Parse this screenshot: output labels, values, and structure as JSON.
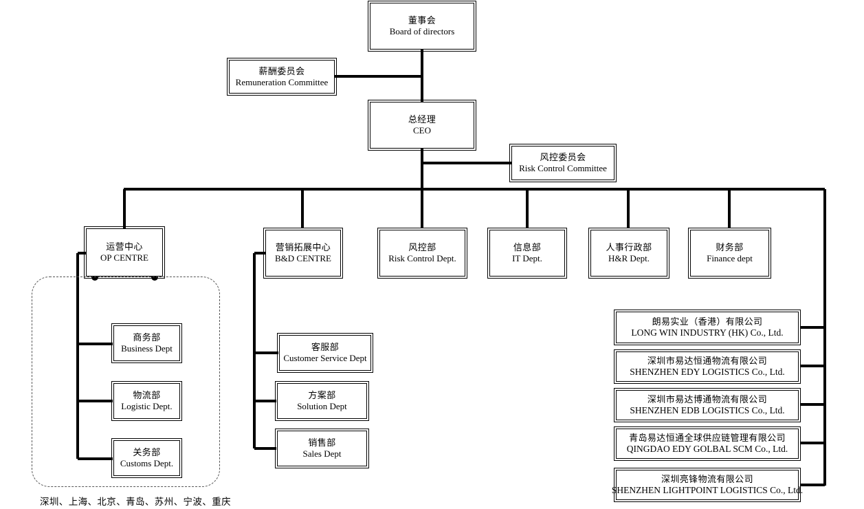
{
  "chart_type": "organization-chart",
  "nodes": {
    "board": {
      "cn": "董事会",
      "en": "Board of directors"
    },
    "remuneration": {
      "cn": "薪酬委员会",
      "en": "Remuneration Committee"
    },
    "ceo": {
      "cn": "总经理",
      "en": "CEO"
    },
    "risk_committee": {
      "cn": "风控委员会",
      "en": "Risk Control Committee"
    },
    "op_centre": {
      "cn": "运营中心",
      "en": "OP CENTRE"
    },
    "bd_centre": {
      "cn": "营销拓展中心",
      "en": "B&D CENTRE"
    },
    "risk_dept": {
      "cn": "风控部",
      "en": "Risk Control Dept."
    },
    "it_dept": {
      "cn": "信息部",
      "en": "IT Dept."
    },
    "hr_dept": {
      "cn": "人事行政部",
      "en": "H&R Dept."
    },
    "finance_dept": {
      "cn": "财务部",
      "en": "Finance dept"
    },
    "business_dept": {
      "cn": "商务部",
      "en": "Business Dept"
    },
    "logistic_dept": {
      "cn": "物流部",
      "en": "Logistic Dept."
    },
    "customs_dept": {
      "cn": "关务部",
      "en": "Customs Dept."
    },
    "customer_service_dept": {
      "cn": "客服部",
      "en": "Customer Service  Dept"
    },
    "solution_dept": {
      "cn": "方案部",
      "en": "Solution  Dept"
    },
    "sales_dept": {
      "cn": "销售部",
      "en": "Sales  Dept"
    },
    "sub_long_win": {
      "cn": "朗易实业（香港）有限公司",
      "en": "LONG WIN INDUSTRY (HK)  Co., Ltd."
    },
    "sub_edy": {
      "cn": "深圳市易达恒通物流有限公司",
      "en": "SHENZHEN EDY LOGISTICS Co., Ltd."
    },
    "sub_edb": {
      "cn": "深圳市易达博通物流有限公司",
      "en": "SHENZHEN EDB LOGISTICS Co., Ltd."
    },
    "sub_qingdao": {
      "cn": "青岛易达恒通全球供应链管理有限公司",
      "en": "QINGDAO EDY GOLBAL SCM Co., Ltd."
    },
    "sub_lightpoint": {
      "cn": "深圳亮锋物流有限公司",
      "en": "SHENZHEN LIGHTPOINT LOGISTICS Co., Ltd."
    }
  },
  "caption": {
    "branch_cities": "深圳、上海、北京、青岛、苏州、宁波、重庆"
  },
  "colors": {
    "line": "#000000",
    "box_border": "#000000",
    "dashed_region": "#555555",
    "background": "#ffffff",
    "text": "#000000"
  }
}
